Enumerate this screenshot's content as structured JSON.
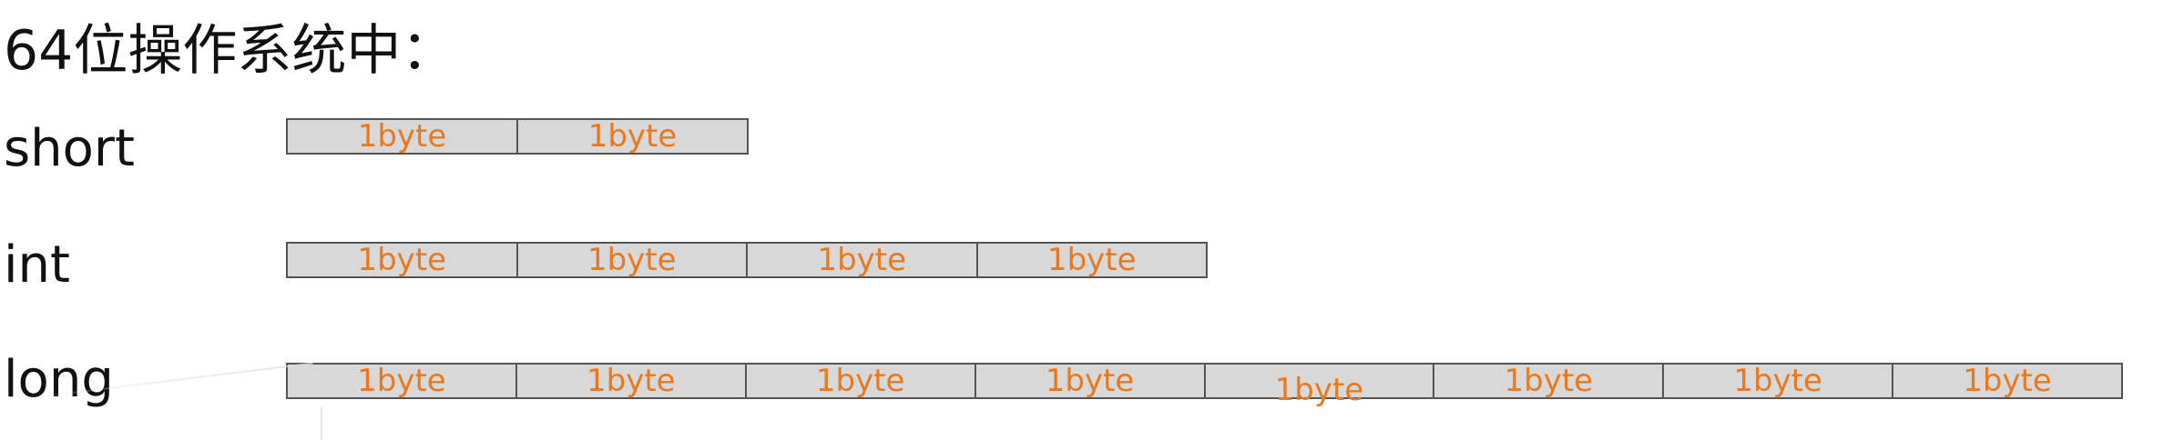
{
  "title": "64位操作系统中：",
  "rows": [
    {
      "label": "short",
      "cells": [
        "1byte",
        "1byte"
      ]
    },
    {
      "label": "int",
      "cells": [
        "1byte",
        "1byte",
        "1byte",
        "1byte"
      ]
    },
    {
      "label": "long",
      "cells": [
        "1byte",
        "1byte",
        "1byte",
        "1byte",
        "1byte",
        "1byte",
        "1byte",
        "1byte"
      ]
    }
  ],
  "colors": {
    "cell_fill": "#d8d8d8",
    "cell_text": "#e8791f",
    "border": "#555555"
  }
}
